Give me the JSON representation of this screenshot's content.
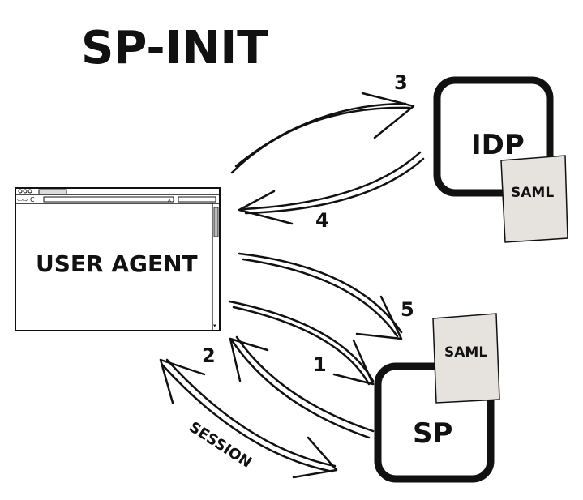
{
  "title": "SP-INIT",
  "nodes": {
    "user_agent": {
      "label": "USER AGENT"
    },
    "idp": {
      "label": "IDP",
      "document": "SAML"
    },
    "sp": {
      "label": "SP",
      "document": "SAML"
    }
  },
  "steps": {
    "step1": "1",
    "step2": "2",
    "step3": "3",
    "step4": "4",
    "step5": "5"
  },
  "session_label": "SESSION",
  "colors": {
    "ink": "#111111",
    "paper": "#e6e3df",
    "background": "#ffffff"
  }
}
